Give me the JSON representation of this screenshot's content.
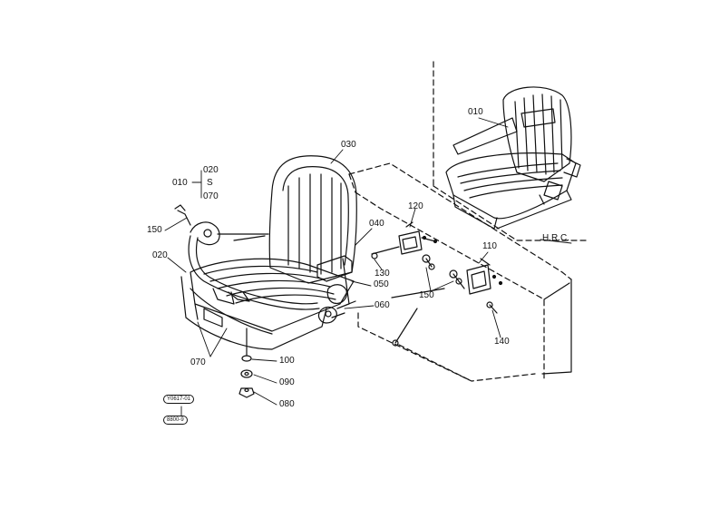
{
  "labels": {
    "l010_inset": "010",
    "l030": "030",
    "l010": "010",
    "l020_top": "020",
    "l_tilde": "S",
    "l070_top": "070",
    "l150_left": "150",
    "l020": "020",
    "l040": "040",
    "l120": "120",
    "l110": "110",
    "l130": "130",
    "l050": "050",
    "l150_mid": "150",
    "l060": "060",
    "l140": "140",
    "l070": "070",
    "l100": "100",
    "l090": "090",
    "l080": "080",
    "hrc": "H.R.C."
  },
  "tags": {
    "tag_top": "Y0617-01",
    "tag_bottom": "8800-9"
  },
  "line_color": "#111111"
}
